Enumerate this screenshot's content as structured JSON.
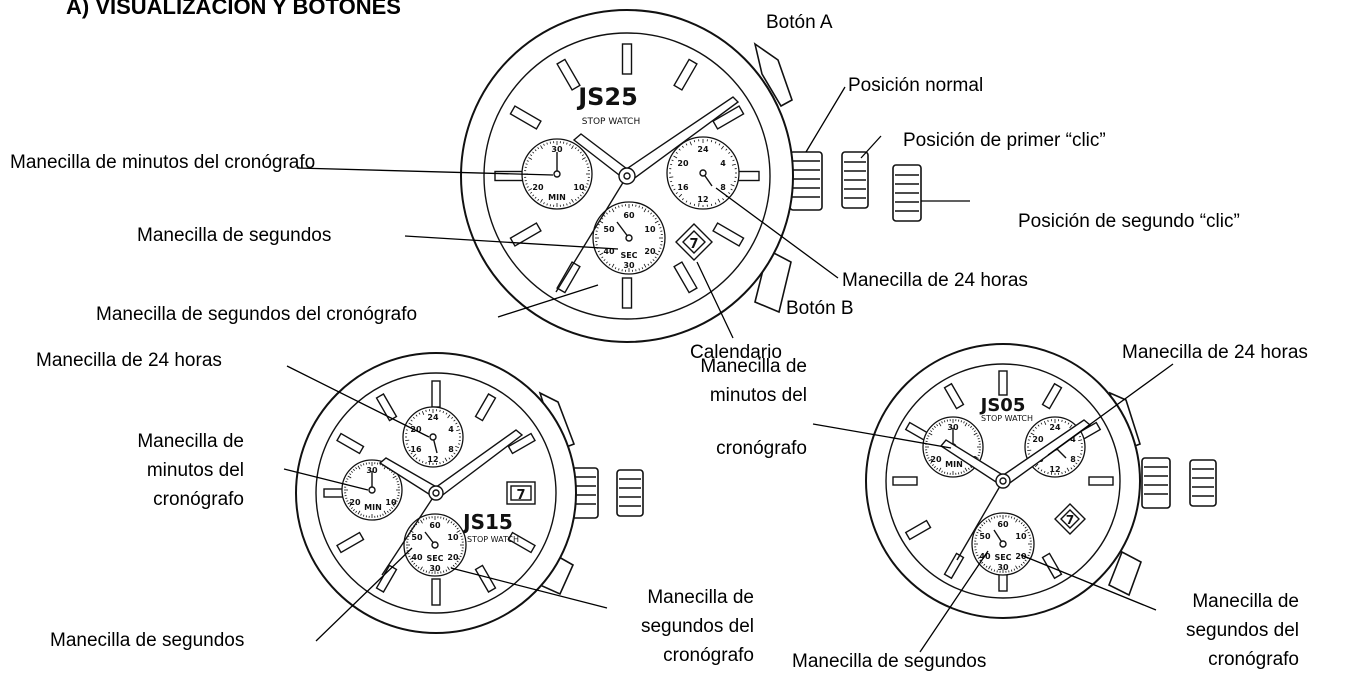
{
  "heading": "A) VISUALIZACIÓN Y BOTONES",
  "watches": {
    "js25": {
      "brand": "JS25",
      "sub": "STOP WATCH"
    },
    "js15": {
      "brand": "JS15",
      "sub": "STOP WATCH"
    },
    "js05": {
      "brand": "JS05",
      "sub": "STOP WATCH"
    }
  },
  "dial_numerals": {
    "min": [
      "30",
      "10",
      "20",
      "MIN"
    ],
    "sec": [
      "60",
      "10",
      "20",
      "30",
      "40",
      "50",
      "SEC"
    ],
    "h24": [
      "24",
      "4",
      "8",
      "12",
      "16",
      "20"
    ]
  },
  "date_digit": "7",
  "labels": {
    "js25": {
      "boton_a": "Botón A",
      "posicion_normal": "Posición normal",
      "primer_clic": "Posición de primer “clic”",
      "segundo_clic": "Posición de segundo “clic”",
      "minutos_crono": "Manecilla de minutos del cronógrafo",
      "segundos": "Manecilla de segundos",
      "segundos_crono": "Manecilla de segundos del cronógrafo",
      "horas_24": "Manecilla de 24 horas",
      "boton_b": "Botón B",
      "calendario": "Calendario"
    },
    "js15": {
      "horas_24": "Manecilla de 24 horas",
      "minutos_crono": [
        "Manecilla de",
        "minutos del",
        "cronógrafo"
      ],
      "segundos": "Manecilla de segundos",
      "segundos_crono": [
        "Manecilla de",
        "segundos del",
        "cronógrafo"
      ]
    },
    "js05": {
      "horas_24": "Manecilla de 24 horas",
      "minutos_crono": [
        "Manecilla de",
        "minutos del",
        "cronógrafo"
      ],
      "segundos": "Manecilla de segundos",
      "segundos_crono": [
        "Manecilla de",
        "segundos del",
        "cronógrafo"
      ]
    }
  }
}
